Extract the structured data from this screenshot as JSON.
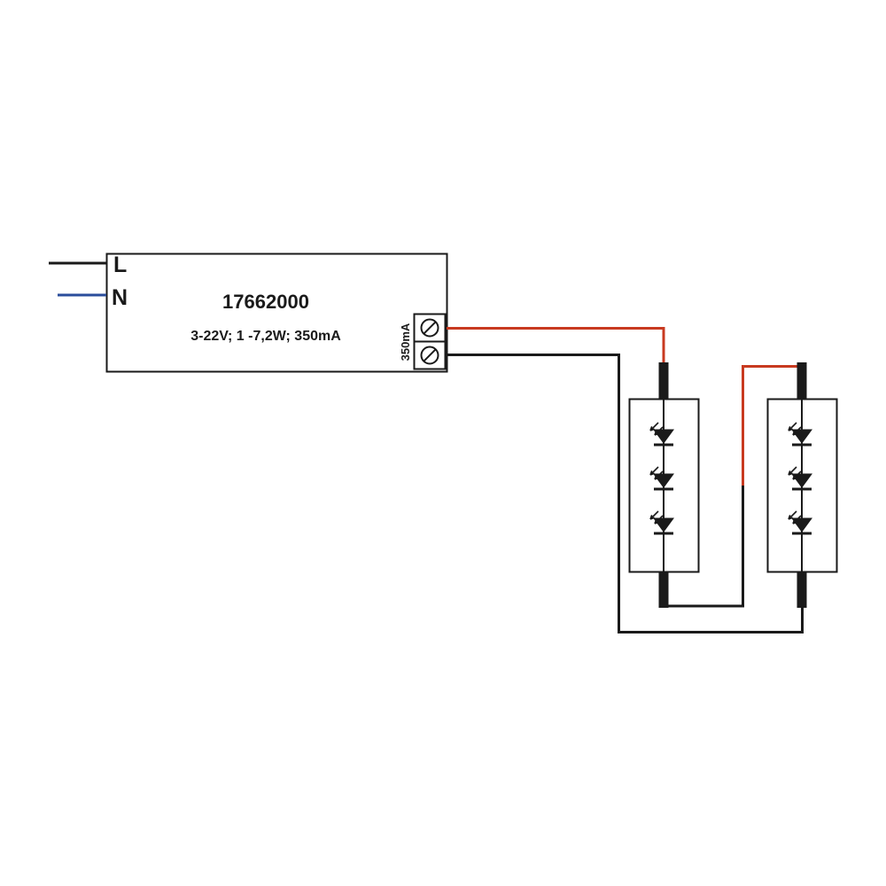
{
  "driver": {
    "input_labels": {
      "line": "L",
      "neutral": "N"
    },
    "model": "17662000",
    "spec": "3-22V; 1 -7,2W; 350mA",
    "terminal_label": "350mA",
    "terminal_count": 2
  },
  "led_modules": {
    "count": 2,
    "leds_per_module": 3
  },
  "colors": {
    "background": "#ffffff",
    "line_black": "#1a1a1a",
    "wire_red": "#c83a20",
    "wire_blue": "#2a4d9b"
  }
}
